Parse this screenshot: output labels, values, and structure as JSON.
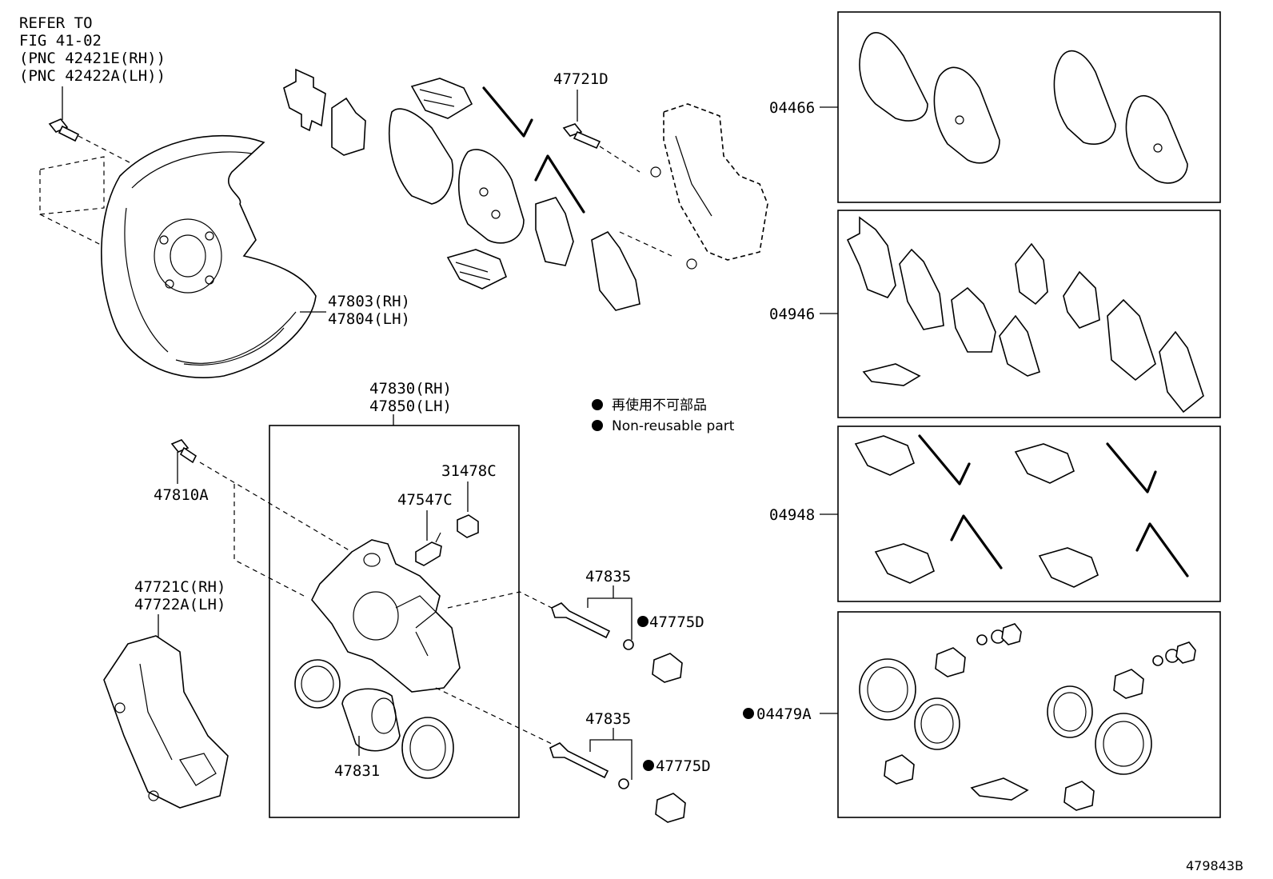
{
  "refer": {
    "line1": "REFER TO",
    "line2": "FIG 41-02",
    "line3": "(PNC 42421E(RH))",
    "line4": "(PNC 42422A(LH))"
  },
  "labels": {
    "p47721d": "47721D",
    "p47803": "47803(RH)",
    "p47804": "47804(LH)",
    "p47830": "47830(RH)",
    "p47850": "47850(LH)",
    "p47810a": "47810A",
    "p31478c": "31478C",
    "p47547c": "47547C",
    "p47721c": "47721C(RH)",
    "p47722a": "47722A(LH)",
    "p47835a": "47835",
    "p47775d_a": "47775D",
    "p47835b": "47835",
    "p47775d_b": "47775D",
    "p47831": "47831"
  },
  "kits": {
    "k04466": "04466",
    "k04946": "04946",
    "k04948": "04948",
    "k04479a": "04479A"
  },
  "legend": {
    "line1": "再使用不可部品",
    "line2": "Non-reusable part"
  },
  "figure_number": "479843B"
}
